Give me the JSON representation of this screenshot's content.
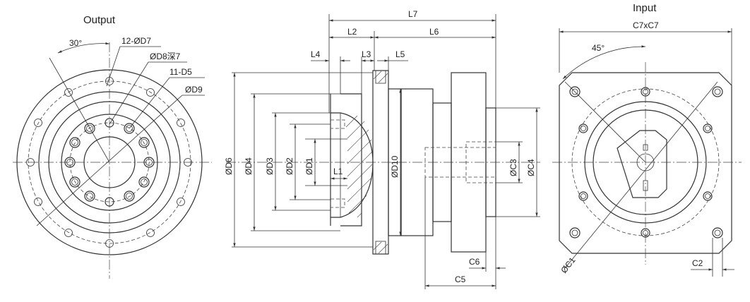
{
  "views": {
    "output_title": "Output",
    "input_title": "Input"
  },
  "output_labels": {
    "angle": "30°",
    "holes_d7": "12-ØD7",
    "d8": "ØD8深7",
    "holes_d5": "11-D5",
    "d9": "ØD9"
  },
  "side_labels": {
    "l7": "L7",
    "l2": "L2",
    "l6": "L6",
    "l4": "L4",
    "l3": "L3",
    "l5": "L5",
    "l1": "L1",
    "d6": "ØD6",
    "d4": "ØD4",
    "d3": "ØD3",
    "d2": "ØD2",
    "d1": "ØD1",
    "d10": "ØD10",
    "c3": "ØC3",
    "c4": "ØC4",
    "c6": "C6",
    "c5": "C5"
  },
  "input_labels": {
    "c7": "C7xC7",
    "angle": "45°",
    "c1": "ØC1",
    "c2": "C2"
  }
}
